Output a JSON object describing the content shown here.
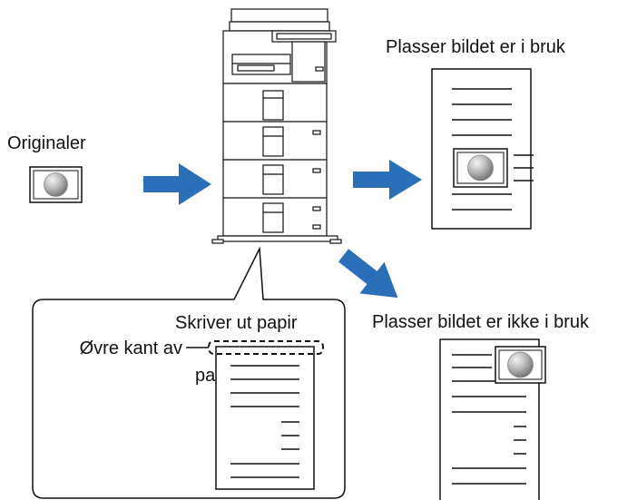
{
  "labels": {
    "originals": "Originaler",
    "placement_on": "Plasser bildet er i bruk",
    "placement_off": "Plasser bildet er ikke i bruk",
    "printing_paper": "Skriver ut papir",
    "top_edge_line1": "Øvre kant av",
    "top_edge_line2": "papiret"
  },
  "colors": {
    "arrow": "#2a6fb8",
    "line": "#111111",
    "circle_fill": "#9c9c9c"
  },
  "icons": {
    "machine": "multifunction-printer-icon",
    "arrow": "right-arrow-icon",
    "image": "gray-circle-image-icon"
  }
}
